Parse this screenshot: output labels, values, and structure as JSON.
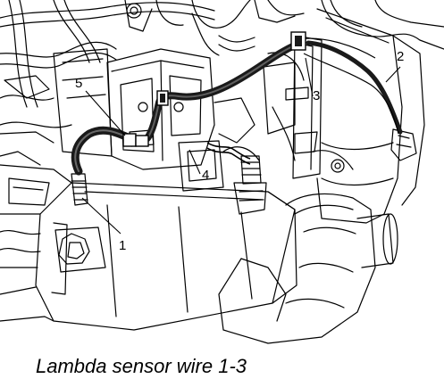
{
  "diagram": {
    "callouts": [
      {
        "id": "1",
        "label": "1"
      },
      {
        "id": "2",
        "label": "2"
      },
      {
        "id": "3",
        "label": "3"
      },
      {
        "id": "4",
        "label": "4"
      },
      {
        "id": "5",
        "label": "5"
      }
    ],
    "colors": {
      "line": "#000000",
      "background": "#ffffff",
      "wire": "#1a1a1a"
    }
  },
  "caption": "Lambda sensor wire 1-3"
}
